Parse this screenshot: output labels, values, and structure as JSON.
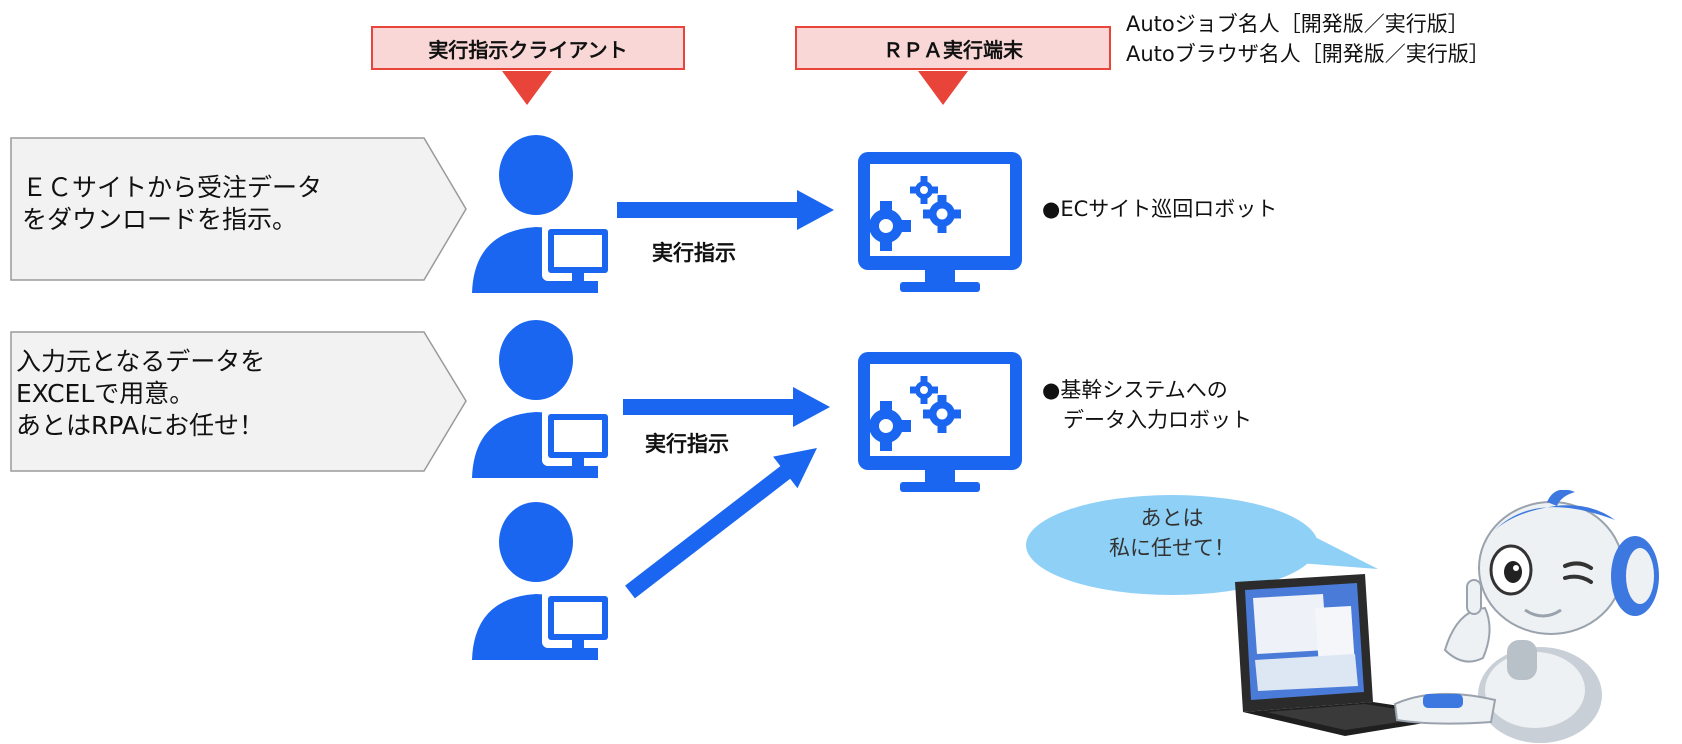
{
  "header": {
    "client_label": "実行指示クライアント",
    "rpa_label": "ＲＰＡ実行端末",
    "products": [
      "Autoジョブ名人［開発版／実行版］",
      "Autoブラウザ名人［開発版／実行版］"
    ]
  },
  "steps": [
    {
      "lines": [
        "ＥＣサイトから受注データ",
        "をダウンロードを指示。"
      ]
    },
    {
      "lines": [
        "入力元となるデータを",
        "EXCELで用意。",
        "あとはRPAにお任せ！"
      ]
    }
  ],
  "arrow_labels": [
    "実行指示",
    "実行指示"
  ],
  "robots": [
    {
      "lines": [
        "●ECサイト巡回ロボット"
      ]
    },
    {
      "lines": [
        "●基幹システムへの",
        "　データ入力ロボット"
      ]
    }
  ],
  "speech_bubble": {
    "lines": [
      "あとは",
      "私に任せて！"
    ]
  },
  "colors": {
    "icon_blue": "#1a66f0",
    "marker_red": "#e8443a",
    "label_fill": "#f9d7d6",
    "bubble": "#8fd0f7",
    "step_box": "#f2f2f2"
  }
}
